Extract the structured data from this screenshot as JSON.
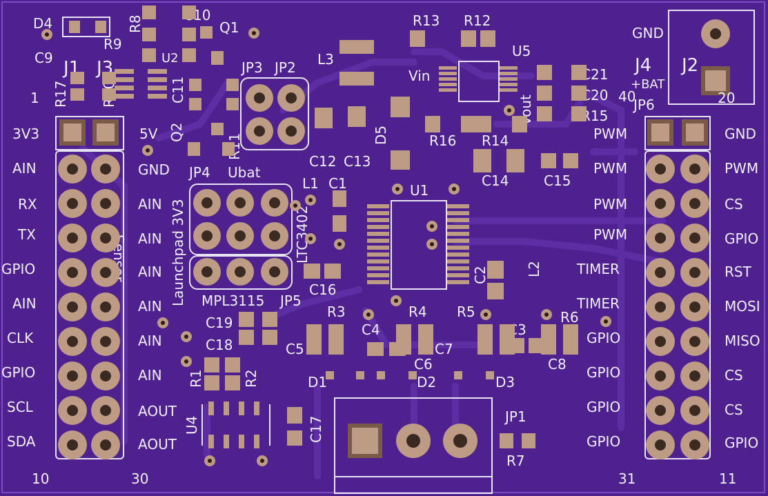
{
  "board": {
    "header_left": {
      "rail_labels": [
        "3V3",
        "AIN",
        "RX",
        "TX",
        "GPIO",
        "AIN",
        "CLK",
        "GPIO",
        "SCL",
        "SDA"
      ],
      "inner_labels": [
        "5V",
        "GND",
        "AIN",
        "AIN",
        "AIN",
        "AIN",
        "AIN",
        "AIN",
        "AOUT",
        "AOUT"
      ],
      "pin_numbers": {
        "a": "1",
        "b": "10",
        "c": "30"
      }
    },
    "header_right": {
      "inner_labels": [
        "PWM",
        "PWM",
        "PWM",
        "PWM",
        "TIMER",
        "TIMER",
        "GPIO",
        "GPIO",
        "GPIO",
        "GPIO"
      ],
      "outer_labels": [
        "GND",
        "PWM",
        "CS",
        "GPIO",
        "RST",
        "MOSI",
        "MISO",
        "CS",
        "CS",
        "GPIO"
      ],
      "pin_numbers": {
        "a": "40",
        "b": "20",
        "c": "31",
        "d": "11"
      }
    },
    "refdes": {
      "D4": "D4",
      "C9": "C9",
      "J1": "J1",
      "J3": "J3",
      "R17": "R17",
      "R10": "R10",
      "R9": "R9",
      "R8": "R8",
      "C10": "C10",
      "Q1": "Q1",
      "U2": "U2",
      "C11": "C11",
      "Q2": "Q2",
      "R11": "R11",
      "JP3": "JP3",
      "JP2": "JP2",
      "JP4": "JP4",
      "Ubat": "Ubat",
      "Launchpad": "Launchpad 3V3",
      "L3": "L3",
      "R13": "R13",
      "R12": "R12",
      "U5": "U5",
      "Vin": "Vin",
      "Vout": "Vout",
      "C21": "C21",
      "C20": "C20",
      "R15": "R15",
      "R16": "R16",
      "R14": "R14",
      "C14": "C14",
      "C15": "C15",
      "D5": "D5",
      "C12": "C12",
      "C13": "C13",
      "L1": "L1",
      "C1": "C1",
      "LTC": "LTC3402",
      "U1": "U1",
      "C2": "C2",
      "L2": "L2",
      "C16": "C16",
      "MPL": "MPL3115",
      "JP5": "JP5",
      "R3": "R3",
      "R4": "R4",
      "R5": "R5",
      "R6": "R6",
      "C4": "C4",
      "C3": "C3",
      "C5": "C5",
      "C7": "C7",
      "C6": "C6",
      "C8": "C8",
      "D1": "D1",
      "D2": "D2",
      "D3": "D3",
      "C19": "C19",
      "C18": "C18",
      "R1": "R1",
      "R2": "R2",
      "U4": "U4",
      "C17": "C17",
      "JP1": "JP1",
      "R7": "R7",
      "J4": "J4",
      "J2": "J2",
      "JP6": "JP6",
      "BAT": "+BAT",
      "GNDtop": "GND",
      "Sensor": "Sensor"
    }
  }
}
